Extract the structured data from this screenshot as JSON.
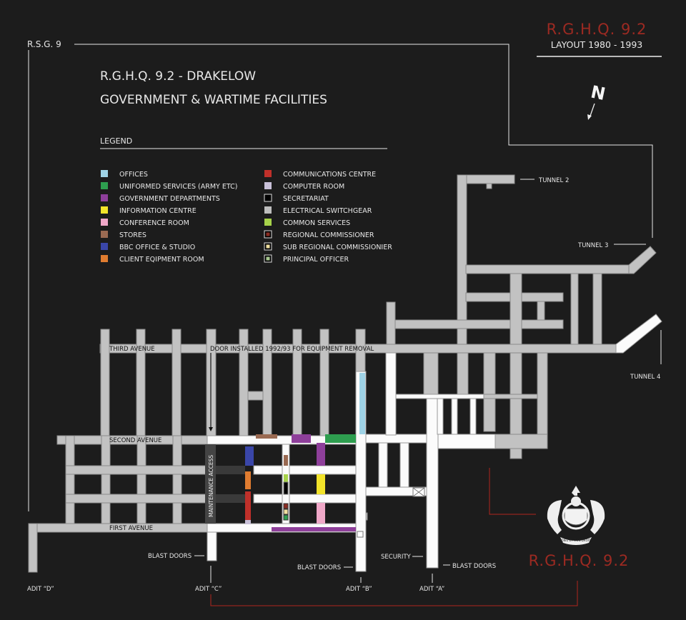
{
  "header": {
    "section_label": "R.S.G. 9",
    "title_line1": "R.G.H.Q. 9.2 - DRAKELOW",
    "title_line2": "GOVERNMENT & WARTIME FACILITIES",
    "badge_title": "R.G.H.Q. 9.2",
    "badge_subtitle": "LAYOUT 1980 - 1993",
    "north_label": "N"
  },
  "legend": {
    "title": "LEGEND",
    "items": [
      {
        "label": "OFFICES",
        "color": "#9fd3e6"
      },
      {
        "label": "UNIFORMED SERVICES (ARMY ETC)",
        "color": "#2e9e4f"
      },
      {
        "label": "GOVERNMENT DEPARTMENTS",
        "color": "#8e3f9a"
      },
      {
        "label": "INFORMATION CENTRE",
        "color": "#f2e32a"
      },
      {
        "label": "CONFERENCE ROOM",
        "color": "#f0a8c8"
      },
      {
        "label": "STORES",
        "color": "#9a6a52"
      },
      {
        "label": "BBC OFFICE & STUDIO",
        "color": "#3a46a8"
      },
      {
        "label": "CLIENT EQIPMENT ROOM",
        "color": "#e07c30"
      },
      {
        "label": "COMMUNICATIONS CENTRE",
        "color": "#c0302a"
      },
      {
        "label": "COMPUTER ROOM",
        "color": "#c8c0d8"
      },
      {
        "label": "SECRETARIAT",
        "color": "#000000"
      },
      {
        "label": "ELECTRICAL SWITCHGEAR",
        "color": "#bdbdbd"
      },
      {
        "label": "COMMON SERVICES",
        "color": "#a6d24a"
      },
      {
        "label": "REGIONAL COMMISSIONER",
        "color": "#8a2c22"
      },
      {
        "label": "SUB REGIONAL COMMISSIONIER",
        "color": "#f0e0a0"
      },
      {
        "label": "PRINCIPAL OFFICER",
        "color": "#a8c890"
      }
    ]
  },
  "map": {
    "third_avenue": "THIRD AVENUE",
    "second_avenue": "SECOND AVENUE",
    "first_avenue": "FIRST AVENUE",
    "door_note": "DOOR INSTALLED 1992/93 FOR EQUIPMENT REMOVAL",
    "maintenance_access": "MAINTENANCE ACCESS",
    "tunnel2": "TUNNEL 2",
    "tunnel3": "TUNNEL 3",
    "tunnel4": "TUNNEL 4",
    "blast_doors_c": "BLAST DOORS",
    "blast_doors_b": "BLAST DOORS",
    "blast_doors_a": "BLAST DOORS",
    "security": "SECURITY",
    "adit_a": "ADIT “A”",
    "adit_b": "ADIT “B”",
    "adit_c": "ADIT “C”",
    "adit_d": "ADIT “D”"
  },
  "emblem": {
    "caption": "R.G.H.Q. 9.2",
    "motto": "DIEU ET MON DROIT"
  }
}
